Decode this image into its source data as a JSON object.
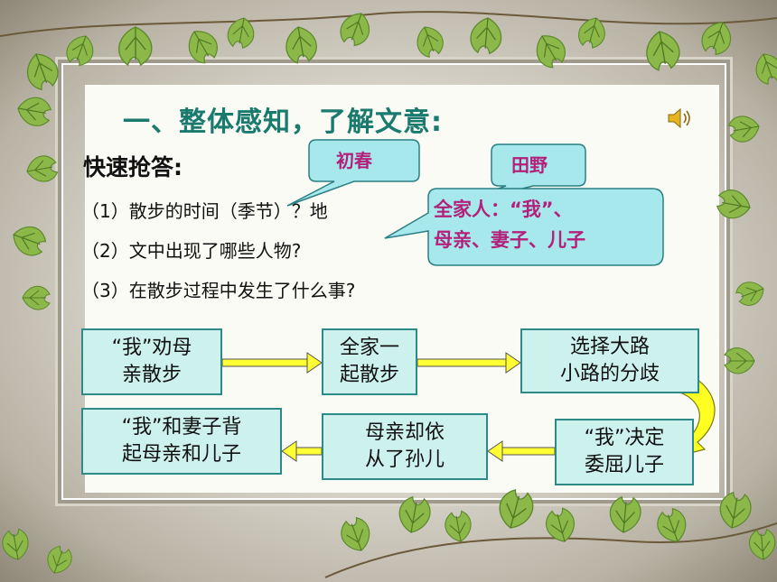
{
  "slide": {
    "title": "一、整体感知，了解文意:",
    "subtitle": "快速抢答:",
    "questions": [
      "（1）散步的时间（季节）？地",
      "（2）文中出现了哪些人物?",
      "（3）在散步过程中发生了什么事?"
    ],
    "callouts": {
      "spring": "初春",
      "field": "田野",
      "people_line1": "全家人：“我”、",
      "people_line2": "母亲、妻子、儿子"
    },
    "flow": {
      "step1_l1": "“我”劝母",
      "step1_l2": "亲散步",
      "step2_l1": "全家一",
      "step2_l2": "起散步",
      "step3_l1": "选择大路",
      "step3_l2": "小路的分歧",
      "step4_l1": "“我”决定",
      "step4_l2": "委屈儿子",
      "step5_l1": "母亲却依",
      "step5_l2": "从了孙儿",
      "step6_l1": "“我”和妻子背",
      "step6_l2": "起母亲和儿子"
    }
  },
  "colors": {
    "title": "#1a7a6e",
    "callout_text": "#b3207a",
    "box_fill": "#cdf2ee",
    "arrow": "#ffff33"
  }
}
